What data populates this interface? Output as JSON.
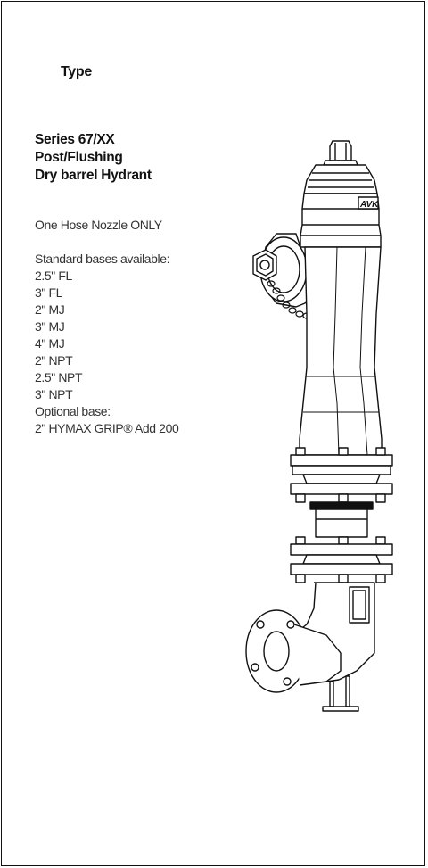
{
  "document": {
    "type_heading": "Type",
    "title_lines": [
      "Series 67/XX",
      "Post/Flushing",
      "Dry barrel Hydrant"
    ],
    "nozzle_note": "One Hose Nozzle ONLY",
    "bases_heading": "Standard bases available:",
    "bases": [
      "2.5\" FL",
      "3\" FL",
      "2\" MJ",
      "3\" MJ",
      "4\" MJ",
      "2\" NPT",
      "2.5\" NPT",
      "3\" NPT"
    ],
    "optional_heading": "Optional base:",
    "optional_base": "2\" HYMAX GRIP®   Add 200"
  },
  "illustration": {
    "subject": "hydrant-drawing",
    "logo_text": "AVK"
  }
}
